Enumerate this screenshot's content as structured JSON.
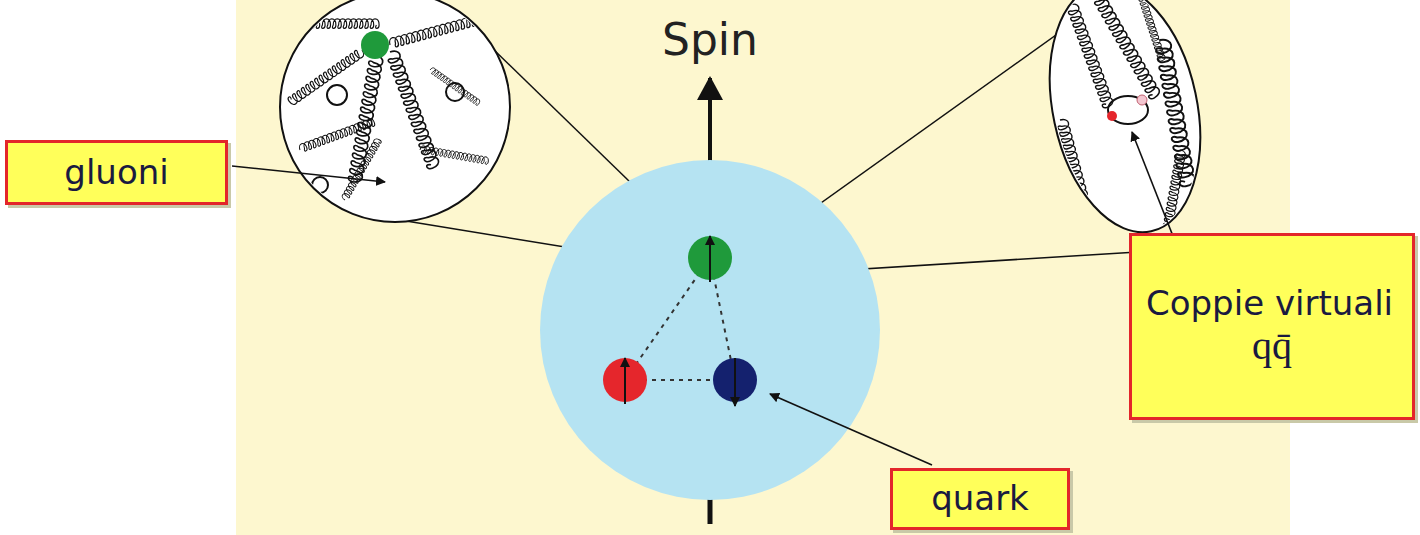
{
  "diagram": {
    "title": "Spin",
    "nodes": [
      {
        "text": [
          "gluoni"
        ]
      },
      {
        "text": [
          "quark"
        ]
      },
      {
        "text": [
          "Coppie virtuali",
          "qq̄"
        ]
      }
    ]
  }
}
